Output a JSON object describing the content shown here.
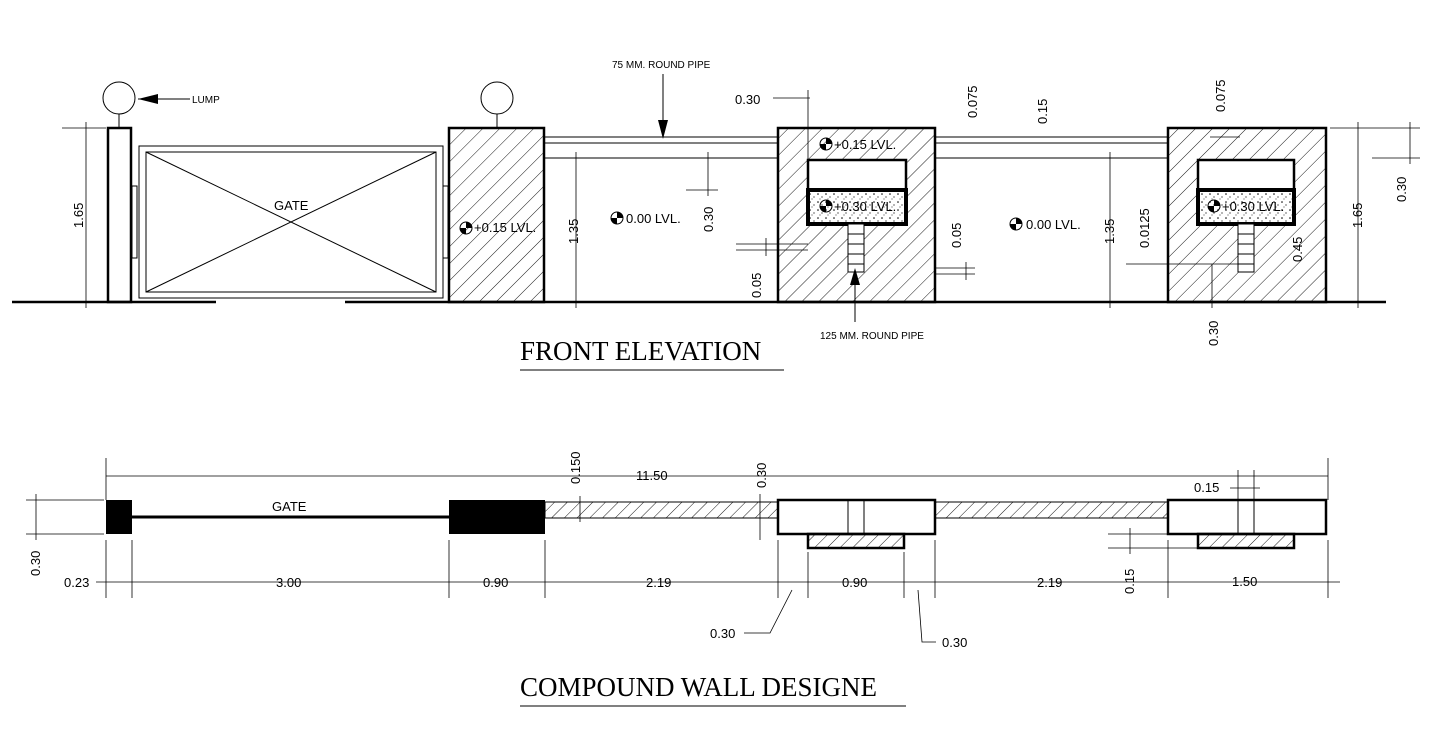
{
  "elevation": {
    "title": "FRONT ELEVATION",
    "lump_label": "LUMP",
    "pipe_top_label": "75 MM. ROUND PIPE",
    "pipe_bottom_label": "125 MM. ROUND PIPE",
    "gate_label": "GATE",
    "levels": {
      "pillar_left": "+0.15 LVL.",
      "ground_left": "0.00 LVL.",
      "pillar_mid_top": "+0.15 LVL.",
      "pillar_mid_box": "+0.30 LVL.",
      "ground_right": "0.00 LVL.",
      "pillar_right_box": "+0.30 LVL."
    },
    "dims": {
      "pillar_height_left": "1.65",
      "wall_height_left": "1.35",
      "top_offset": "0.30",
      "rail_drop": "0.30",
      "gap_small_left": "0.05",
      "gap_small_right": "0.05",
      "top_0075_a": "0.075",
      "top_015": "0.15",
      "wall_height_right": "1.35",
      "depth_00125": "0.0125",
      "top_0075_b": "0.075",
      "box_045": "0.45",
      "bottom_030": "0.30",
      "pillar_height_right": "1.65",
      "right_030": "0.30"
    }
  },
  "plan": {
    "title": "COMPOUND WALL DESIGNE",
    "gate_label": "GATE",
    "dims": {
      "overall": "11.50",
      "wall_thk": "0.150",
      "pier_thk_top": "0.30",
      "side_left": "0.30",
      "seg_023": "0.23",
      "seg_300": "3.00",
      "seg_090_a": "0.90",
      "seg_219_a": "2.19",
      "seg_090_b": "0.90",
      "seg_219_b": "2.19",
      "seg_150": "1.50",
      "right_015_top": "0.15",
      "right_015_side": "0.15",
      "leader_030_a": "0.30",
      "leader_030_b": "0.30"
    }
  }
}
